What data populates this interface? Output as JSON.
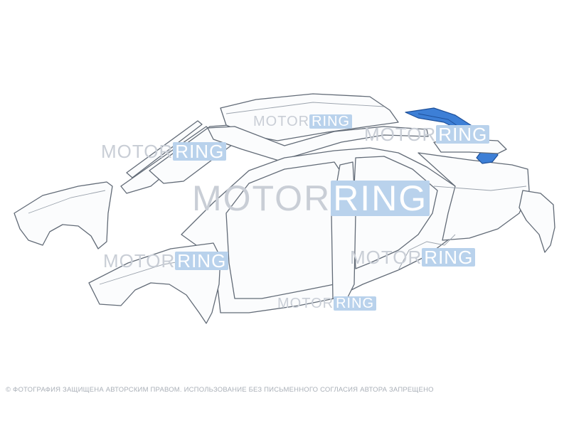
{
  "watermark": {
    "word_left": "MOTOR",
    "word_right": "RING"
  },
  "copyright_notice": "© ФОТОГРАФИЯ ЗАЩИЩЕНА АВТОРСКИМ ПРАВОМ. ИСПОЛЬЗОВАНИЕ БЕЗ ПИСЬМЕННОГО СОГЛАСИЯ АВТОРА ЗАПРЕЩЕНО",
  "colors": {
    "highlight_part": "#3d7fd6",
    "outline": "#626b77",
    "watermark_text": "#c9ced6",
    "watermark_badge": "#b9d2ec"
  }
}
